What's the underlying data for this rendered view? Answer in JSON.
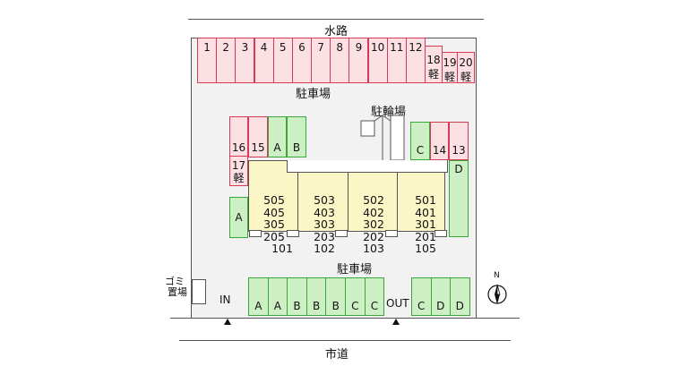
{
  "labels": {
    "waterway": "水路",
    "parking_top": "駐車場",
    "bicycle_parking": "駐輪場",
    "parking_bottom": "駐車場",
    "garbage_1": "ゴミ",
    "garbage_2": "置場",
    "entrance_in": "IN",
    "entrance_out": "OUT",
    "city_road": "市道",
    "north": "N"
  },
  "top_row": [
    "1",
    "2",
    "3",
    "4",
    "5",
    "6",
    "7",
    "8",
    "9",
    "10",
    "11",
    "12"
  ],
  "top_right": [
    {
      "num": "18",
      "kei": "軽"
    },
    {
      "num": "19",
      "kei": "軽"
    },
    {
      "num": "20",
      "kei": "軽"
    }
  ],
  "left_spots": {
    "s16": "16",
    "s15": "15",
    "sA": "A",
    "sB": "B",
    "s17": "17",
    "s17kei": "軽",
    "sA2": "A"
  },
  "right_spots": {
    "sC": "C",
    "s14": "14",
    "s13": "13",
    "sD": "D"
  },
  "building_columns": [
    [
      "505",
      "405",
      "305",
      "205",
      "101"
    ],
    [
      "503",
      "403",
      "303",
      "203",
      "102"
    ],
    [
      "502",
      "402",
      "302",
      "202",
      "103"
    ],
    [
      "501",
      "401",
      "301",
      "201",
      "105"
    ]
  ],
  "bottom_row_left": [
    "A",
    "A",
    "B",
    "B",
    "B",
    "C",
    "C"
  ],
  "bottom_row_right": [
    "C",
    "D",
    "D"
  ],
  "colors": {
    "light_car": "#fce0e4",
    "light_car_border": "#d23c55",
    "regular_car": "#cdefc4",
    "regular_car_border": "#3aa63a",
    "building": "#fbf6c6"
  }
}
